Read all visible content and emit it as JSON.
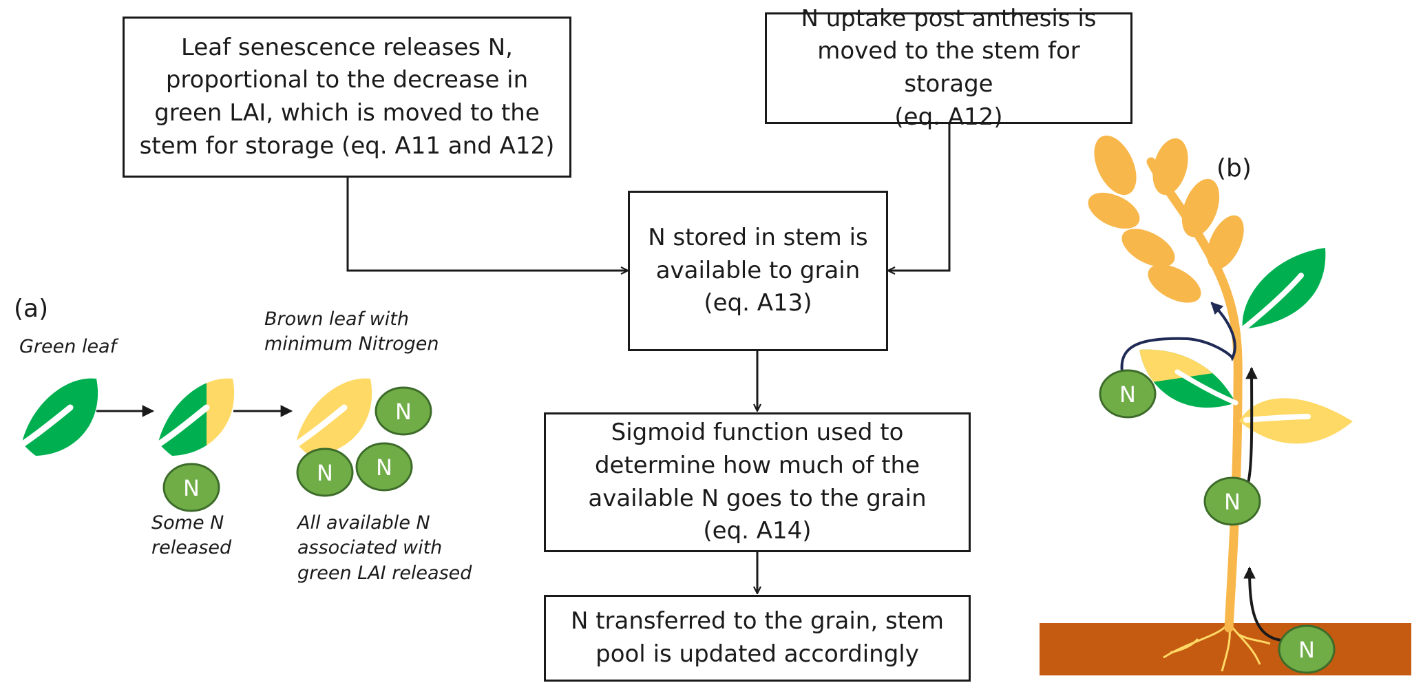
{
  "panel_labels": {
    "a": "(a)",
    "b": "(b)"
  },
  "boxes": {
    "leaf_senescence": "Leaf senescence releases N,\nproportional to the decrease in\ngreen LAI, which is moved to the\nstem for storage (eq. A11 and A12)",
    "n_uptake": "N uptake post anthesis is\nmoved to the stem for storage\n(eq. A12)",
    "n_stored": "N stored in stem is\navailable to grain\n(eq. A13)",
    "sigmoid": "Sigmoid function used to\ndetermine how much of the\navailable N goes to the grain\n(eq. A14)",
    "transferred": "N transferred to the grain, stem\npool is updated accordingly"
  },
  "captions": {
    "green_leaf": "Green leaf",
    "brown_leaf": "Brown leaf with\nminimum Nitrogen",
    "some_n": "Some N\nreleased",
    "all_n": "All available N\nassociated with\ngreen LAI released"
  },
  "n_token": "N",
  "colors": {
    "leaf_green": "#00B050",
    "leaf_yellow": "#FFD966",
    "wheat": "#F8B74B",
    "n_fill": "#70AD47",
    "n_stroke": "#3D6B2A",
    "soil": "#C55A11",
    "arrow": "#1a1a1a",
    "dark_arrow": "#1F2A55"
  }
}
